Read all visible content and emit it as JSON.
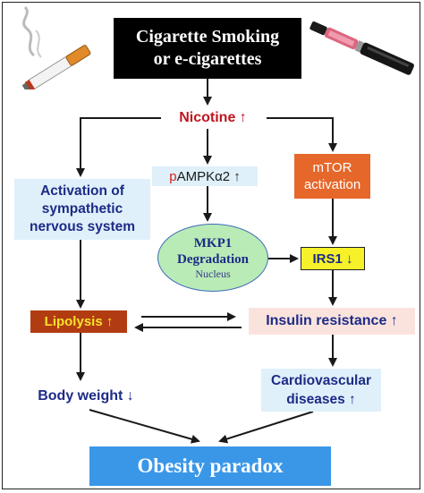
{
  "title": {
    "line1": "Cigarette Smoking",
    "line2": "or e-cigarettes"
  },
  "nodes": {
    "nicotine": "Nicotine ↑",
    "pampk_prefix": "p",
    "pampk_rest": "AMPKα2 ↑",
    "mtor_line1": "mTOR",
    "mtor_line2": "activation",
    "sympathetic_line1": "Activation of",
    "sympathetic_line2": "sympathetic",
    "sympathetic_line3": "nervous system",
    "mkp1_line1": "MKP1",
    "mkp1_line2": "Degradation",
    "mkp1_line3": "Nucleus",
    "irs1": "IRS1 ↓",
    "lipolysis": "Lipolysis ↑",
    "insulin": "Insulin resistance ↑",
    "bodyweight": "Body weight ↓",
    "cardio_line1": "Cardiovascular",
    "cardio_line2": "diseases ↑",
    "obesity": "Obesity paradox"
  },
  "icons": {
    "left": "cigarette-icon",
    "right": "e-cigarette-icon"
  },
  "colors": {
    "nicotine_text": "#c0151f",
    "mtor_fill": "#e5672a",
    "lipolysis_fill": "#b23c12",
    "irs1_fill": "#f7f12a",
    "obesity_fill": "#3a97e8",
    "light_blue_fill": "#dff0fa",
    "mkp1_fill": "#b9ebb6",
    "insulin_fill": "#fbe3dd"
  }
}
